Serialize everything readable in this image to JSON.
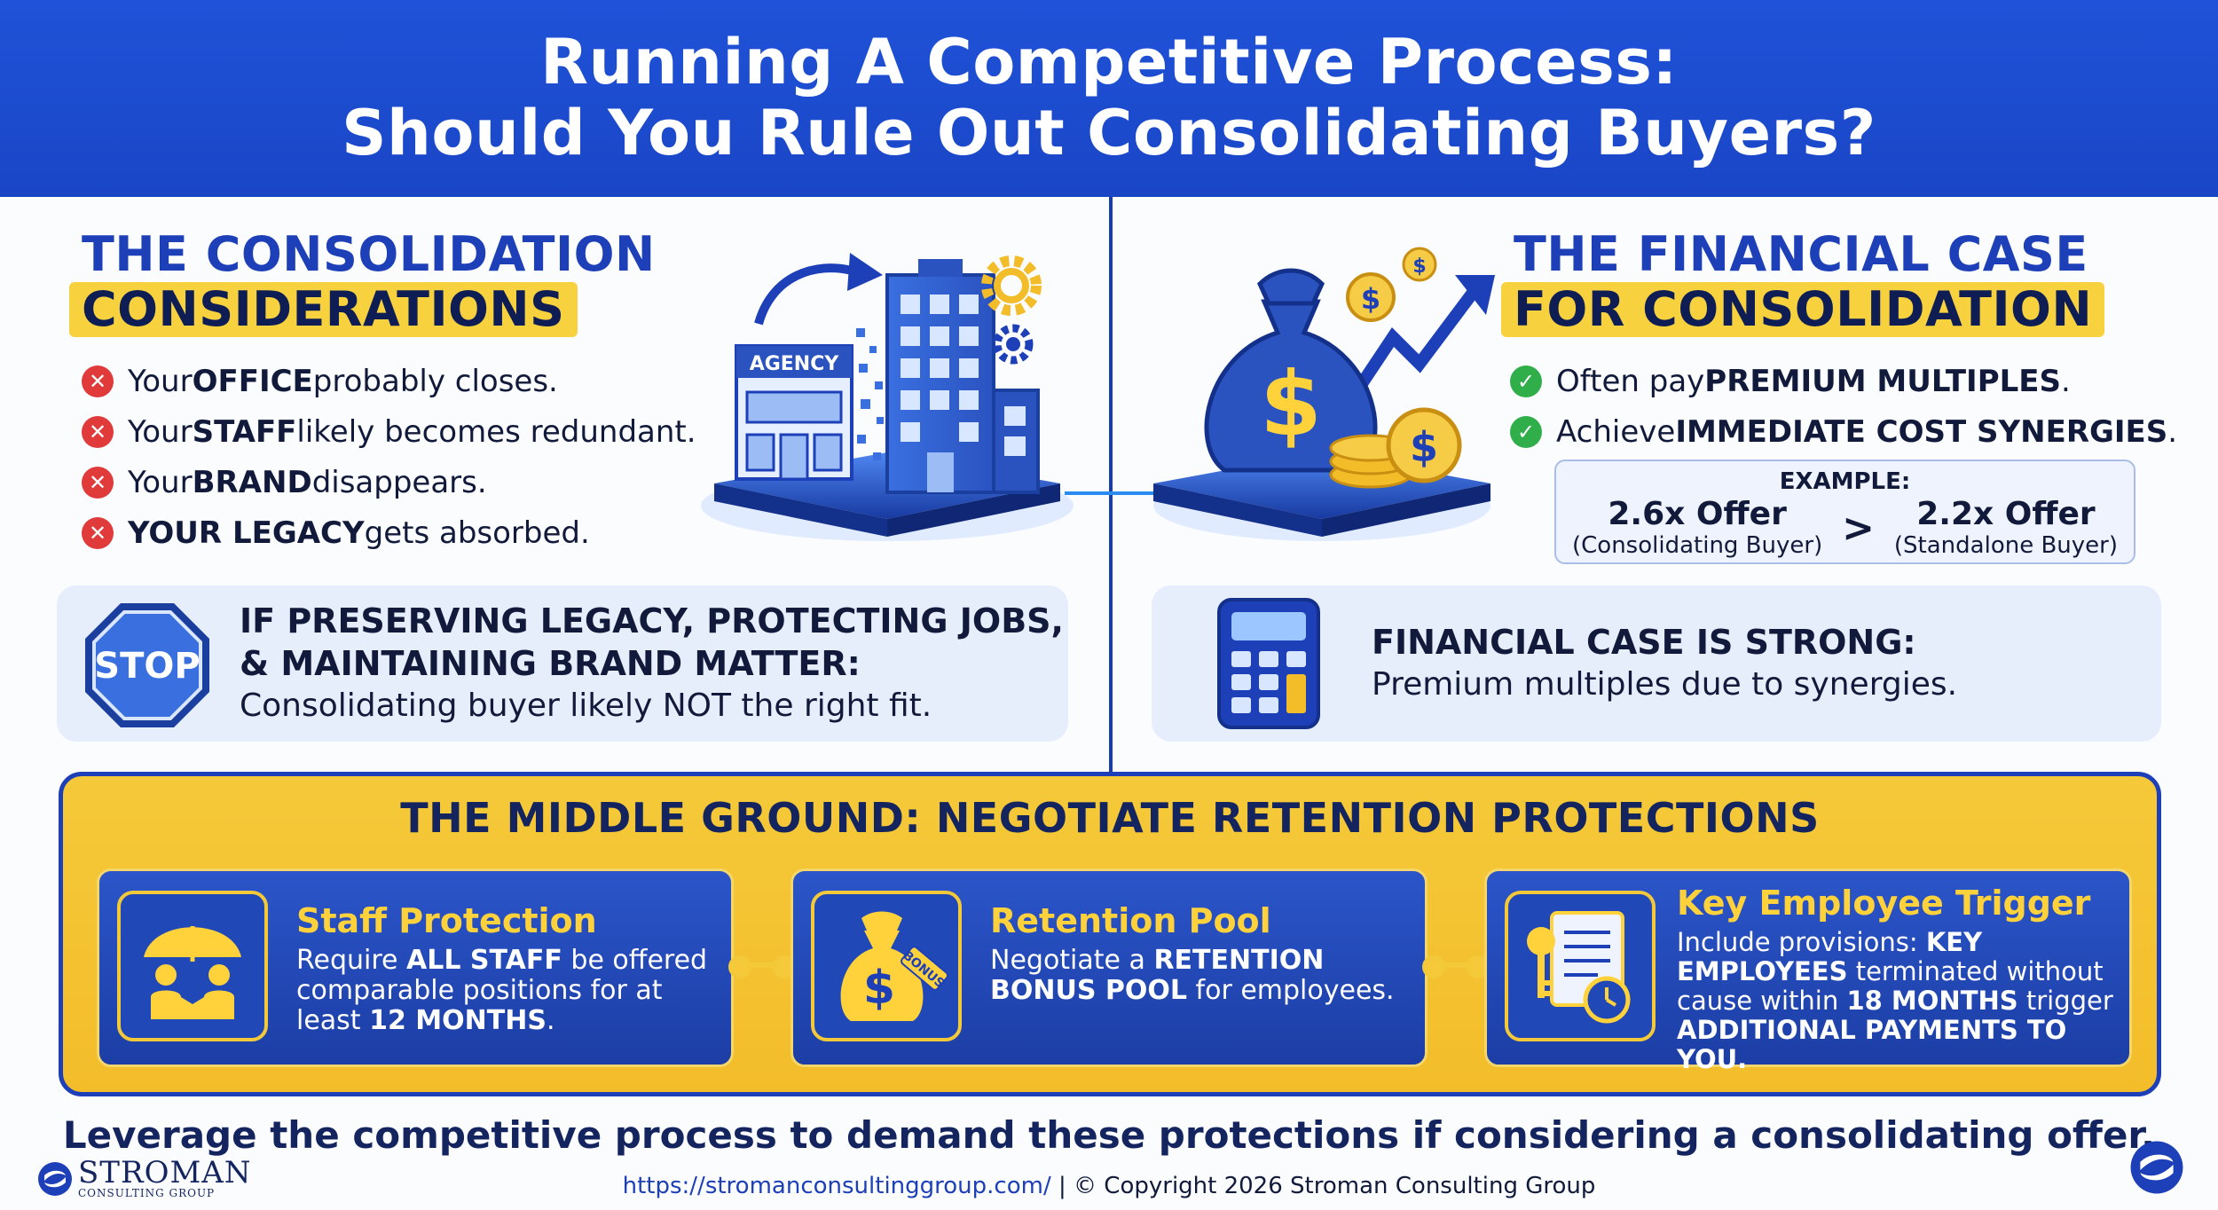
{
  "header": {
    "title_line1": "Running A Competitive Process:",
    "title_line2": "Should You Rule Out Consolidating Buyers?"
  },
  "left": {
    "title_line1": "THE CONSOLIDATION",
    "title_line2": "CONSIDERATIONS",
    "bullets": [
      {
        "pre": "Your ",
        "bold": "OFFICE",
        "post": " probably closes."
      },
      {
        "pre": "Your ",
        "bold": "STAFF",
        "post": " likely becomes redundant."
      },
      {
        "pre": "Your ",
        "bold": "BRAND",
        "post": " disappears."
      },
      {
        "pre": "",
        "bold": "YOUR LEGACY",
        "post": " gets absorbed."
      }
    ],
    "illustration_label": "AGENCY",
    "stop_label": "STOP",
    "panel_heading_line1": "IF PRESERVING LEGACY, PROTECTING JOBS,",
    "panel_heading_line2": "& MAINTAINING BRAND MATTER:",
    "panel_text": "Consolidating buyer likely NOT the right fit."
  },
  "right": {
    "title_line1": "THE FINANCIAL CASE",
    "title_line2": "FOR CONSOLIDATION",
    "bullets": [
      {
        "pre": "Often pay ",
        "bold": "PREMIUM MULTIPLES",
        "post": "."
      },
      {
        "pre": "Achieve ",
        "bold": "IMMEDIATE COST SYNERGIES",
        "post": "."
      }
    ],
    "example": {
      "label": "EXAMPLE:",
      "left_offer": "2.6x Offer",
      "left_sub": "(Consolidating Buyer)",
      "comparator": ">",
      "right_offer": "2.2x Offer",
      "right_sub": "(Standalone Buyer)"
    },
    "panel_heading": "FINANCIAL CASE IS STRONG:",
    "panel_text": "Premium multiples due to synergies."
  },
  "middle": {
    "title": "THE MIDDLE GROUND: NEGOTIATE RETENTION PROTECTIONS",
    "cards": [
      {
        "title": "Staff Protection",
        "t1": "Require ",
        "b1": "ALL STAFF",
        "t2": " be offered comparable positions for at least ",
        "b2": "12 MONTHS",
        "t3": "."
      },
      {
        "title": "Retention Pool",
        "t1": "Negotiate a ",
        "b1": "RETENTION BONUS POOL",
        "t2": " for employees.",
        "b2": "",
        "t3": "",
        "tag": "BONUS"
      },
      {
        "title": "Key Employee Trigger",
        "t1": "Include provisions: ",
        "b1": "KEY EMPLOYEES",
        "t2": " terminated without cause within ",
        "b2": "18 MONTHS",
        "t3": " trigger ",
        "b3": "ADDITIONAL PAYMENTS TO YOU."
      }
    ]
  },
  "footer": {
    "message": "Leverage the competitive process to demand these protections if considering a consolidating offer.",
    "url": "https://stromanconsultinggroup.com/",
    "separator": " | ",
    "copyright": "© Copyright 2026 Stroman Consulting Group",
    "logo_name": "STROMAN",
    "logo_sub": "CONSULTING GROUP"
  },
  "colors": {
    "brand_blue": "#1d3fb8",
    "header_blue": "#1f52d8",
    "accent_yellow": "#f5c93a",
    "error_red": "#e03a3a",
    "success_green": "#2fae4a"
  }
}
